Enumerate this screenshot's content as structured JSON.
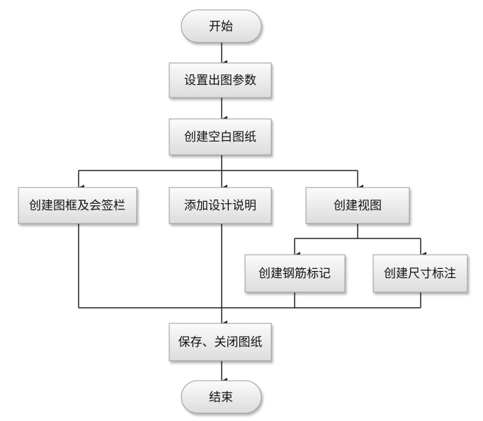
{
  "nodes": {
    "start": "开始",
    "set_params": "设置出图参数",
    "create_blank": "创建空白图纸",
    "create_frame": "创建图框及会签栏",
    "add_notes": "添加设计说明",
    "create_view": "创建视图",
    "rebar_mark": "创建钢筋标记",
    "dim_mark": "创建尺寸标注",
    "save_close": "保存、关闭图纸",
    "end": "结束"
  },
  "colors": {
    "box_fill_top": "#fbfbfb",
    "box_fill_bottom": "#dcdcdc",
    "box_stroke": "#9a9a9a",
    "connector": "#222222"
  }
}
